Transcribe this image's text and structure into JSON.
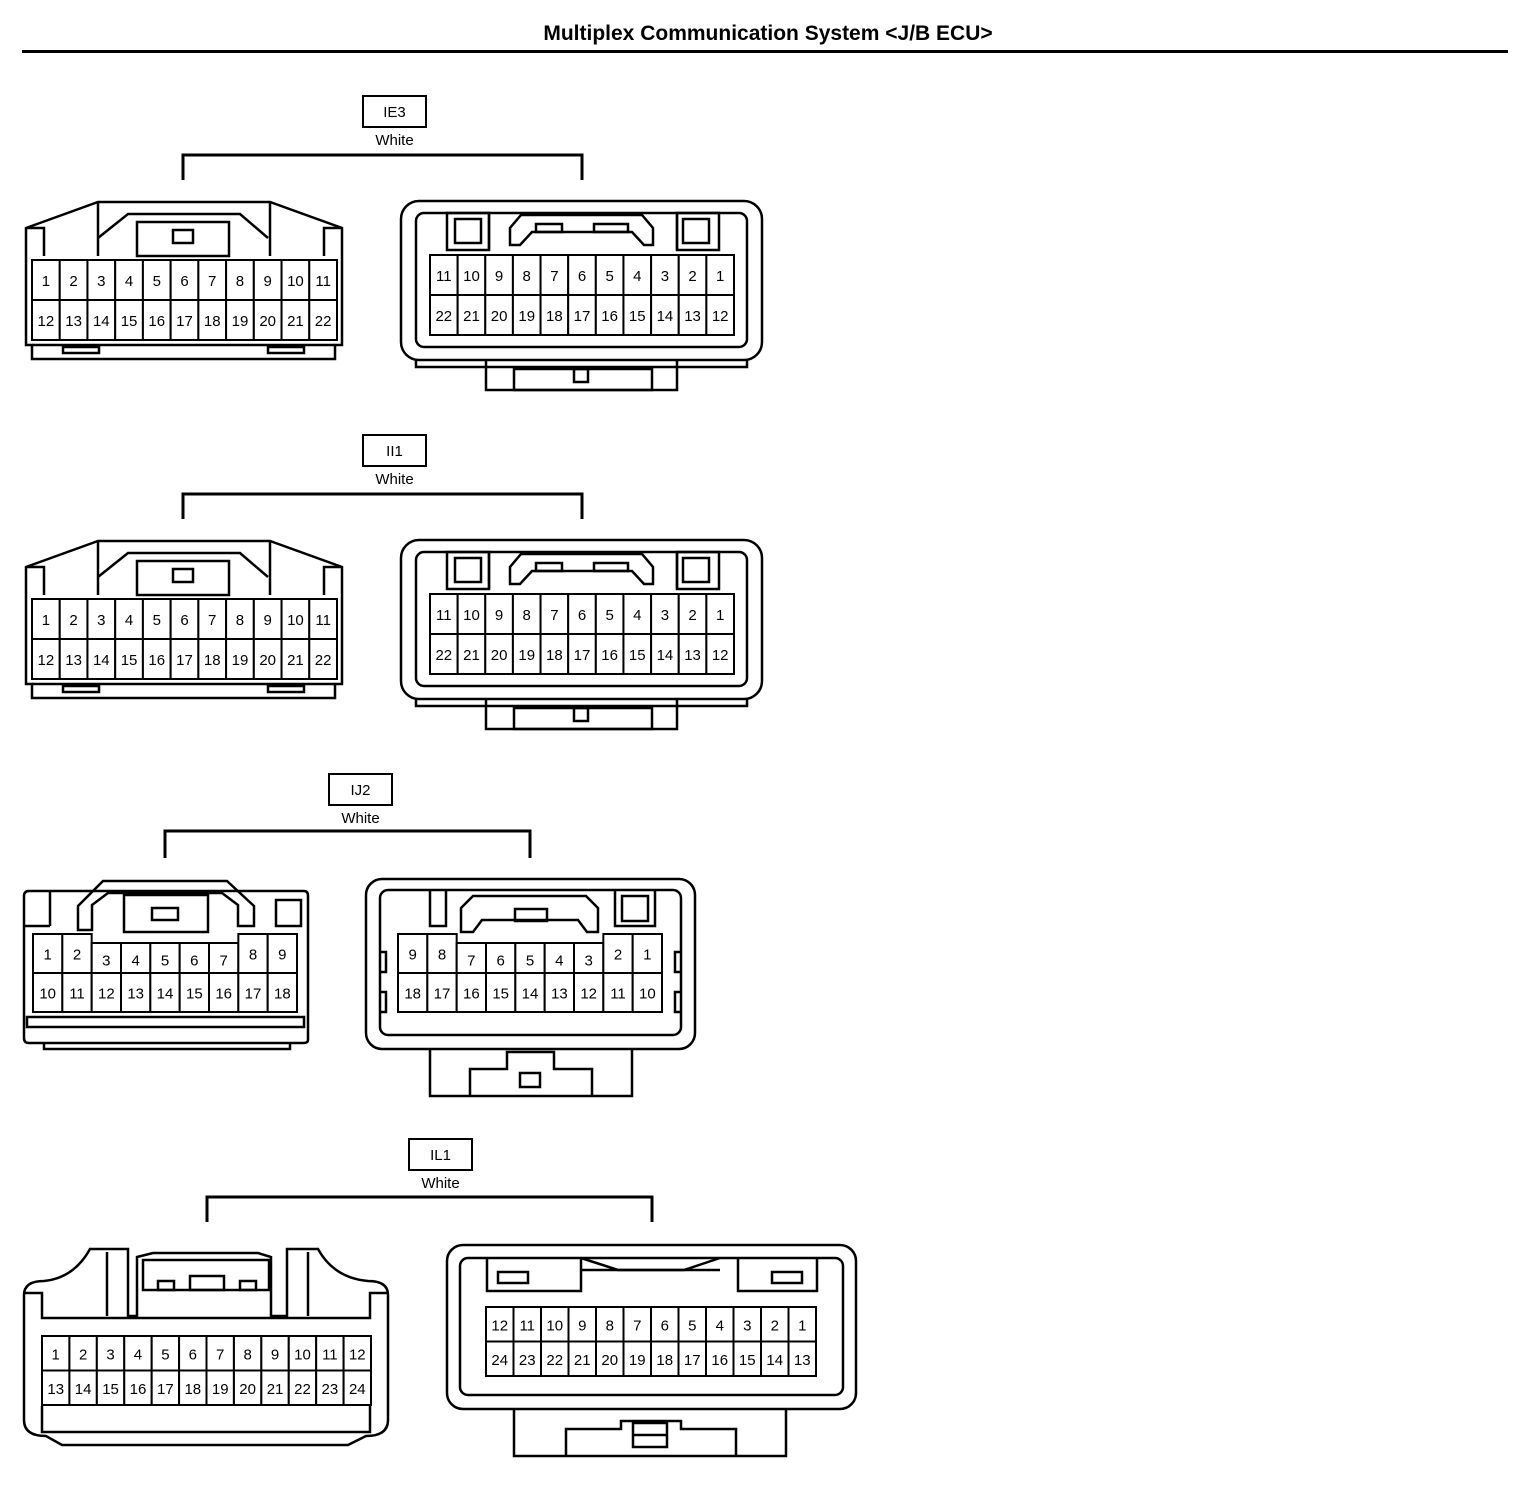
{
  "title": "Multiplex Communication System <J/B ECU>",
  "connectors": [
    {
      "code": "IE3",
      "color": "White",
      "left_rows": [
        [
          "1",
          "2",
          "3",
          "4",
          "5",
          "6",
          "7",
          "8",
          "9",
          "10",
          "11"
        ],
        [
          "12",
          "13",
          "14",
          "15",
          "16",
          "17",
          "18",
          "19",
          "20",
          "21",
          "22"
        ]
      ],
      "right_rows": [
        [
          "11",
          "10",
          "9",
          "8",
          "7",
          "6",
          "5",
          "4",
          "3",
          "2",
          "1"
        ],
        [
          "22",
          "21",
          "20",
          "19",
          "18",
          "17",
          "16",
          "15",
          "14",
          "13",
          "12"
        ]
      ]
    },
    {
      "code": "II1",
      "color": "White",
      "left_rows": [
        [
          "1",
          "2",
          "3",
          "4",
          "5",
          "6",
          "7",
          "8",
          "9",
          "10",
          "11"
        ],
        [
          "12",
          "13",
          "14",
          "15",
          "16",
          "17",
          "18",
          "19",
          "20",
          "21",
          "22"
        ]
      ],
      "right_rows": [
        [
          "11",
          "10",
          "9",
          "8",
          "7",
          "6",
          "5",
          "4",
          "3",
          "2",
          "1"
        ],
        [
          "22",
          "21",
          "20",
          "19",
          "18",
          "17",
          "16",
          "15",
          "14",
          "13",
          "12"
        ]
      ]
    },
    {
      "code": "IJ2",
      "color": "White",
      "left_rows": [
        [
          "1",
          "2",
          "3",
          "4",
          "5",
          "6",
          "7",
          "8",
          "9"
        ],
        [
          "10",
          "11",
          "12",
          "13",
          "14",
          "15",
          "16",
          "17",
          "18"
        ]
      ],
      "right_rows": [
        [
          "9",
          "8",
          "7",
          "6",
          "5",
          "4",
          "3",
          "2",
          "1"
        ],
        [
          "18",
          "17",
          "16",
          "15",
          "14",
          "13",
          "12",
          "11",
          "10"
        ]
      ]
    },
    {
      "code": "IL1",
      "color": "White",
      "left_rows": [
        [
          "1",
          "2",
          "3",
          "4",
          "5",
          "6",
          "7",
          "8",
          "9",
          "10",
          "11",
          "12"
        ],
        [
          "13",
          "14",
          "15",
          "16",
          "17",
          "18",
          "19",
          "20",
          "21",
          "22",
          "23",
          "24"
        ]
      ],
      "right_rows": [
        [
          "12",
          "11",
          "10",
          "9",
          "8",
          "7",
          "6",
          "5",
          "4",
          "3",
          "2",
          "1"
        ],
        [
          "24",
          "23",
          "22",
          "21",
          "20",
          "19",
          "18",
          "17",
          "16",
          "15",
          "14",
          "13"
        ]
      ]
    }
  ]
}
